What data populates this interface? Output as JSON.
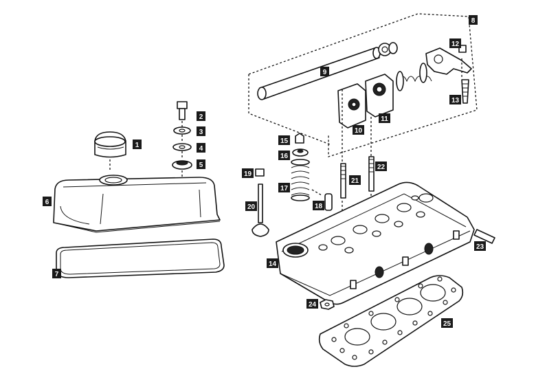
{
  "diagram": {
    "callouts": [
      {
        "id": "1",
        "part": "filler-cap"
      },
      {
        "id": "2",
        "part": "cover-bolt"
      },
      {
        "id": "3",
        "part": "cup-washer"
      },
      {
        "id": "4",
        "part": "flat-washer"
      },
      {
        "id": "5",
        "part": "rubber-bush"
      },
      {
        "id": "6",
        "part": "rocker-cover"
      },
      {
        "id": "7",
        "part": "cover-gasket"
      },
      {
        "id": "8",
        "part": "rocker-assembly"
      },
      {
        "id": "9",
        "part": "rocker-shaft"
      },
      {
        "id": "10",
        "part": "rocker-pedestal"
      },
      {
        "id": "11",
        "part": "rocker-pedestal-2"
      },
      {
        "id": "12",
        "part": "adjuster-locknut"
      },
      {
        "id": "13",
        "part": "adjusting-screw"
      },
      {
        "id": "14",
        "part": "cylinder-head"
      },
      {
        "id": "15",
        "part": "valve-collets"
      },
      {
        "id": "16",
        "part": "spring-cap"
      },
      {
        "id": "17",
        "part": "valve-spring"
      },
      {
        "id": "18",
        "part": "valve-guide"
      },
      {
        "id": "19",
        "part": "valve-seal"
      },
      {
        "id": "20",
        "part": "valve"
      },
      {
        "id": "21",
        "part": "long-stud"
      },
      {
        "id": "22",
        "part": "pedestal-stud"
      },
      {
        "id": "23",
        "part": "manifold-stud"
      },
      {
        "id": "24",
        "part": "head-nut"
      },
      {
        "id": "25",
        "part": "head-gasket"
      }
    ]
  }
}
